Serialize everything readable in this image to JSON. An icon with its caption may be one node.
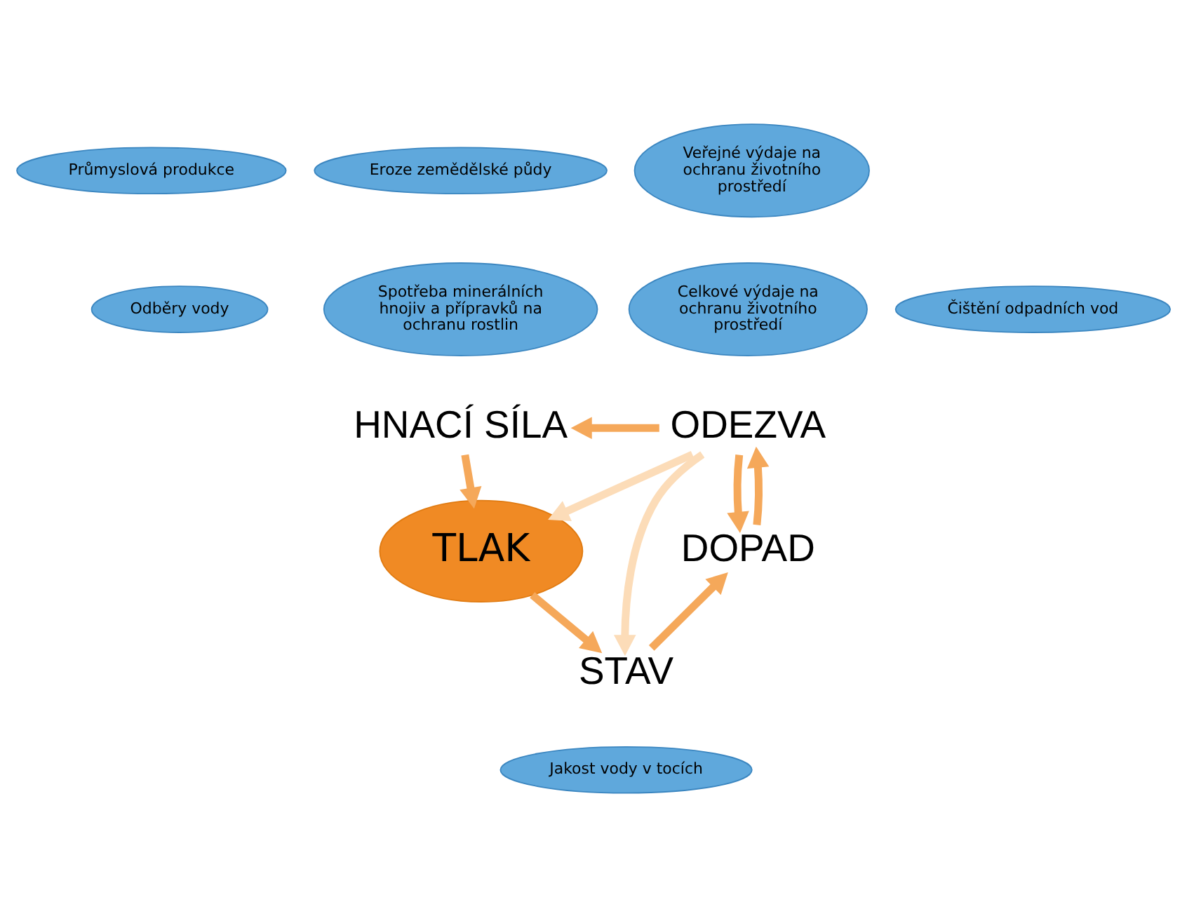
{
  "diagram": {
    "nodes": [
      {
        "text": [
          "Eroze zemědělské půdy"
        ]
      },
      {
        "text": [
          "Průmyslová produkce"
        ]
      },
      {
        "text": [
          "Veřejné výdaje na ochranu životního prostředí"
        ]
      },
      {
        "text": [
          "Spotřeba minerálních hnojiv a přípravků na ochranu rostlin"
        ]
      },
      {
        "text": [
          "Celkové výdaje na ochranu životního prostředí"
        ]
      },
      {
        "text": [
          "Odběry vody"
        ]
      },
      {
        "text": [
          "Čištění odpadních vod"
        ]
      },
      {
        "text": [
          "HNACÍ SÍLA"
        ]
      },
      {
        "text": [
          "ODEZVA"
        ]
      },
      {
        "text": [
          "TLAK"
        ]
      },
      {
        "text": [
          "DOPAD"
        ]
      },
      {
        "text": [
          "STAV"
        ]
      },
      {
        "text": [
          "Jakost vody v tocích"
        ]
      }
    ],
    "edges": [
      {
        "from": 7,
        "to": 9,
        "arrow": "to"
      },
      {
        "from": 9,
        "to": 11,
        "arrow": "to"
      },
      {
        "from": 11,
        "to": 10,
        "arrow": "to"
      },
      {
        "from": 10,
        "to": 8,
        "arrow": "to"
      },
      {
        "from": 8,
        "to": 7,
        "arrow": "to"
      },
      {
        "from": 8,
        "to": 9,
        "arrow": "to",
        "color": "#fcdcb8"
      },
      {
        "from": 8,
        "to": 11,
        "arrow": "to",
        "color": "#fcdcb8"
      },
      {
        "from": 8,
        "to": 10,
        "arrow": "to"
      }
    ]
  }
}
